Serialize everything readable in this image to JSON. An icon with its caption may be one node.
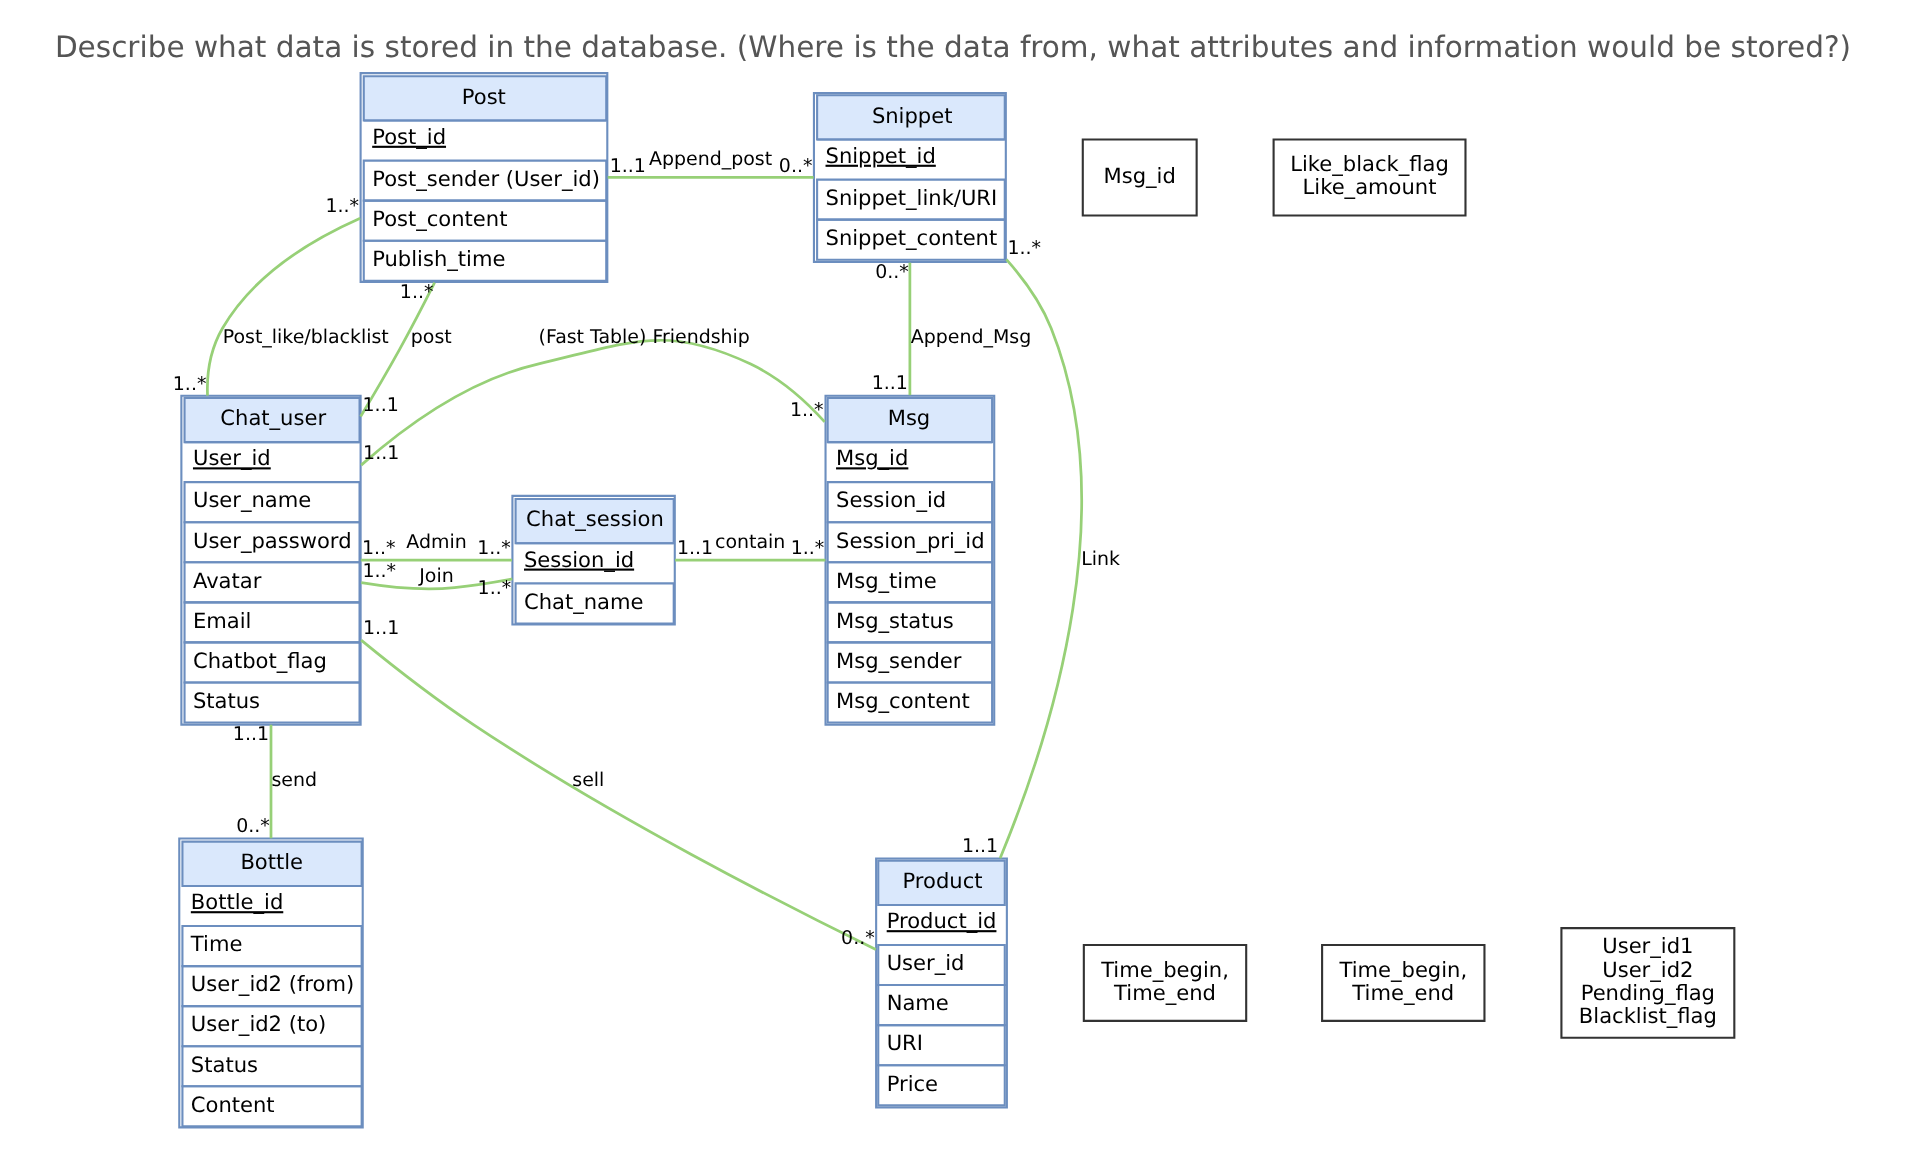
{
  "diagram": {
    "title": "Describe what data is stored in the database. (Where is the data from, what attributes and information would be stored?)",
    "nodes": [
      {
        "text": [
          "Post",
          "Post_id",
          "Post_sender (User_id)",
          "Post_content",
          "Publish_time"
        ]
      },
      {
        "text": [
          "Snippet",
          "Snippet_id",
          "Snippet_link/URI",
          "Snippet_content"
        ]
      },
      {
        "text": [
          "Msg_id"
        ]
      },
      {
        "text": [
          "Like_black_flag Like_amount"
        ]
      },
      {
        "text": [
          "Product",
          "Product_id",
          "User_id",
          "Name",
          "URI",
          "Price"
        ]
      },
      {
        "text": [
          "Time_begin, Time_end"
        ]
      },
      {
        "text": [
          "Chat_user",
          "User_id",
          "User_name",
          "User_password",
          "Avatar",
          "Email",
          "Chatbot_flag",
          "Status"
        ]
      },
      {
        "text": [
          "Chat_session",
          "Session_id",
          "Chat_name"
        ]
      },
      {
        "text": [
          "Msg",
          "Msg_id",
          "Session_id",
          "Session_pri_id",
          "Msg_time",
          "Msg_status",
          "Msg_sender",
          "Msg_content"
        ]
      },
      {
        "text": [
          "Time_begin, Time_end"
        ]
      },
      {
        "text": [
          "Bottle",
          "Bottle_id",
          "Time",
          "User_id2 (from)",
          "User_id2 (to)",
          "Status",
          "Content"
        ]
      },
      {
        "text": [
          "User_id1 User_id2 Pending_flag Blacklist_flag"
        ]
      }
    ],
    "edges": [
      {
        "from": 0,
        "to": 6,
        "arrow": "none",
        "label": "Post_like/blacklist"
      },
      {
        "from": 0,
        "to": 6,
        "arrow": "none",
        "label": "post"
      },
      {
        "from": 0,
        "to": 1,
        "arrow": "none",
        "label": "Append_post"
      },
      {
        "from": 1,
        "to": 8,
        "arrow": "none",
        "label": "Append_Msg"
      },
      {
        "from": 4,
        "to": 1,
        "arrow": "none",
        "label": "Link"
      },
      {
        "from": 6,
        "to": 4,
        "arrow": "none",
        "label": "sell"
      },
      {
        "from": 6,
        "to": 7,
        "arrow": "none",
        "label": "Join"
      },
      {
        "from": 6,
        "to": 7,
        "arrow": "none",
        "label": "Admin"
      },
      {
        "from": 7,
        "to": 8,
        "arrow": "none",
        "label": "contain"
      },
      {
        "from": 6,
        "to": 8,
        "arrow": "none",
        "label": "(Fast Table) Friendship"
      },
      {
        "from": 6,
        "to": 10,
        "arrow": "none",
        "label": "send"
      }
    ],
    "labels": [
      "1..1",
      "0..*",
      "0..*",
      "1..*",
      "1..*",
      "1..*",
      "1..1",
      "0..*",
      "1..1",
      "1..1",
      "1..1",
      "1..*",
      "1..*",
      "1..1",
      "1..*",
      "1..*",
      "1..*",
      "1..*",
      "1..1",
      "1..1",
      "1..*",
      "0..*"
    ]
  }
}
